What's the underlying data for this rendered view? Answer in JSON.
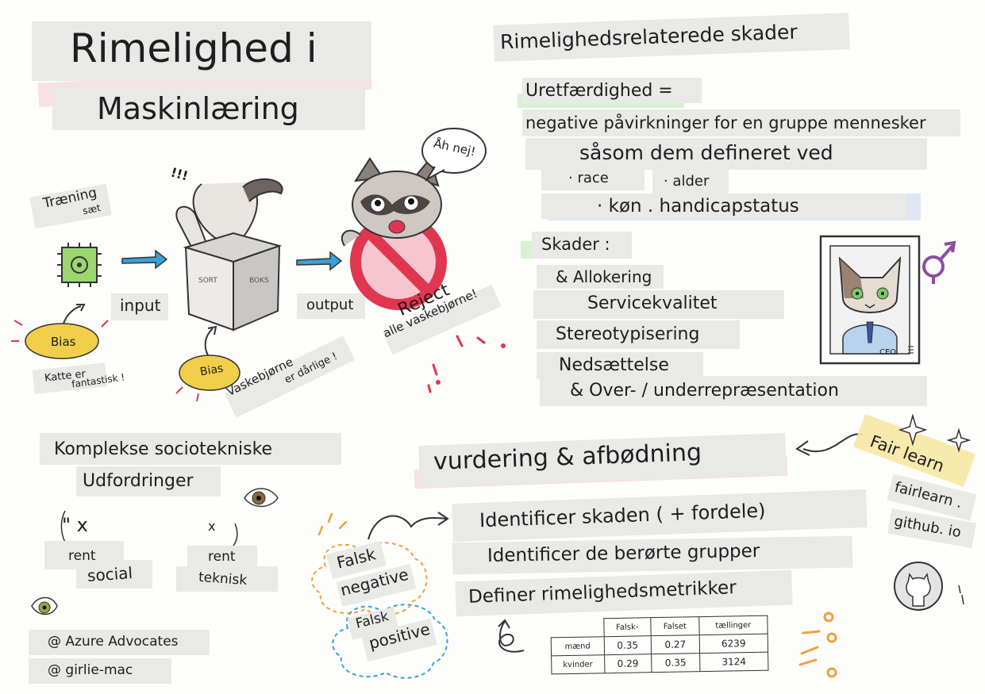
{
  "title": {
    "line1": "Rimelighed i",
    "line2": "Maskinlæring"
  },
  "pipeline": {
    "training_label": "Træning",
    "training_sub": "sæt",
    "input_label": "input",
    "output_label": "output",
    "box_left": "SORT",
    "box_right": "BOKS",
    "bias_label_1": "Bias",
    "bias_note_1a": "Katte er",
    "bias_note_1b": "fantastisk !",
    "bias_label_2": "Bias",
    "bias_note_2a": "Vaskebjørne",
    "bias_note_2b": "er dårlige !",
    "marks_top": "!!!",
    "speech": "Åh nej!",
    "reject_1": "Reject",
    "reject_2": "alle vaskebjørne!"
  },
  "harms": {
    "heading": "Rimelighedsrelaterede skader",
    "unfair_label": "Uretfærdighed =",
    "unfair_def": "negative påvirkninger for en gruppe mennesker",
    "defined_by": "såsom dem defineret ved",
    "attr_race": "· race",
    "attr_age": "· alder",
    "attr_gender": "· køn . handicapstatus",
    "skader_label": "Skader :",
    "items": [
      "& Allokering",
      "Servicekvalitet",
      "Stereotypisering",
      "Nedsættelse",
      "& Over- / underrepræsentation"
    ],
    "ceo_label": "CEO.",
    "frame_marks": "!!!"
  },
  "socio": {
    "heading_1": "Komplekse sociotekniske",
    "heading_2": "Udfordringer",
    "check_left": "\" x",
    "check_right": "x",
    "rent_1": "rent",
    "social": "social",
    "rent_2": "rent",
    "teknisk": "teknisk"
  },
  "credits": {
    "line1": "@ Azure Advocates",
    "line2": "@ girlie-mac"
  },
  "assessment": {
    "heading": "vurdering & afbødning",
    "steps": [
      "Identificer skaden ( + fordele)",
      "Identificer de berørte grupper",
      "Definer rimelighedsmetrikker"
    ],
    "fn_1": "Falsk",
    "fn_2": "negative",
    "fp_1": "Falsk",
    "fp_2": "positive"
  },
  "fairlearn": {
    "tag": "Fair learn",
    "url_1": "fairlearn .",
    "url_2": "github. io"
  },
  "table": {
    "headers": [
      "Falsk-",
      "Falset",
      "tællinger"
    ],
    "rows": [
      {
        "group": "mænd",
        "v1": "0.35",
        "v2": "0.27",
        "v3": "6239"
      },
      {
        "group": "kvinder",
        "v1": "0.29",
        "v2": "0.35",
        "v3": "3124"
      }
    ]
  },
  "colors": {
    "pink": "#f6d6dc",
    "green": "#cfeec9",
    "blue": "#d5e2f3",
    "yellow": "#f2cf4a",
    "arrow": "#3aa0d8",
    "ban": "#e0364f"
  }
}
